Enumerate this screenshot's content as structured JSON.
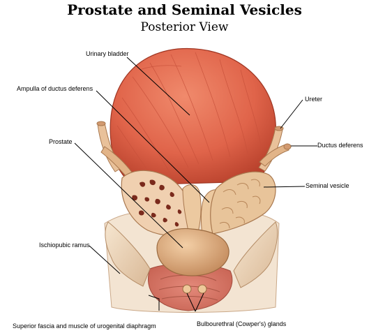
{
  "title": "Prostate and Seminal Vesicles",
  "subtitle": "Posterior View",
  "labels": {
    "urinary_bladder": "Urinary bladder",
    "ampulla": "Ampulla of ductus deferens",
    "prostate": "Prostate",
    "ischiopubic_ramus": "Ischiopubic ramus",
    "urogenital_diaphragm": "Superior fascia and muscle of urogenital diaphragm",
    "ureter": "Ureter",
    "ductus_deferens": "Ductus deferens",
    "seminal_vesicle": "Seminal vesicle",
    "bulbourethral": "Bulbourethral (Cowper's) glands"
  },
  "colors": {
    "bladder": "#e0644a",
    "bladder_dark": "#b8412c",
    "tissue": "#e6b48a",
    "tissue_dark": "#b98154",
    "vesicle": "#e8c49a",
    "prostate_cut": "#f0d0b0",
    "lumen": "#7a2a1c",
    "bone": "#f1dcc2"
  }
}
